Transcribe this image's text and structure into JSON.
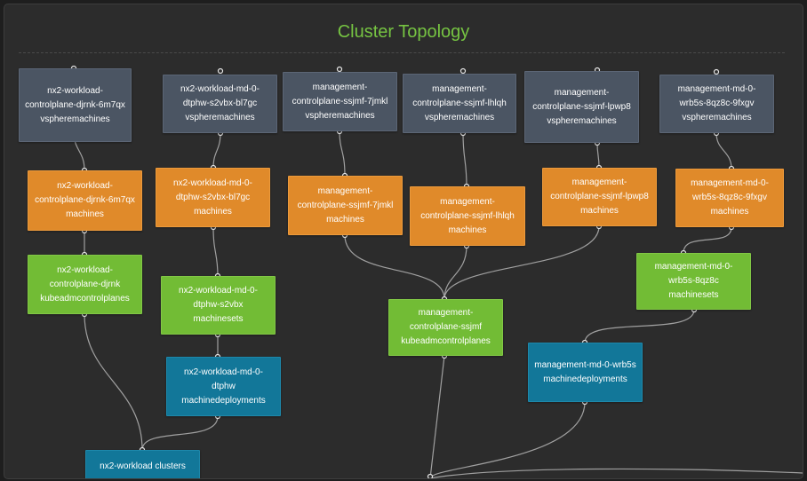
{
  "title": "Cluster Topology",
  "colors": {
    "title": "#76c442",
    "vspheremachines": "#4b5563",
    "machines": "#e08a2a",
    "control_and_sets": "#72bc35",
    "deployments_clusters": "#127799",
    "edge": "#a0a0a0"
  },
  "nodes": {
    "v1": "nx2-workload-controlplane-djrnk-6m7qx vspheremachines",
    "v2": "nx2-workload-md-0-dtphw-s2vbx-bl7gc vspheremachines",
    "v3": "management-controlplane-ssjmf-7jmkl vspheremachines",
    "v4": "management-controlplane-ssjmf-lhlqh vspheremachines",
    "v5": "management-controlplane-ssjmf-lpwp8 vspheremachines",
    "v6": "management-md-0-wrb5s-8qz8c-9fxgv vspheremachines",
    "m1": "nx2-workload-controlplane-djrnk-6m7qx machines",
    "m2": "nx2-workload-md-0-dtphw-s2vbx-bl7gc machines",
    "m3": "management-controlplane-ssjmf-7jmkl machines",
    "m4": "management-controlplane-ssjmf-lhlqh machines",
    "m5": "management-controlplane-ssjmf-lpwp8 machines",
    "m6": "management-md-0-wrb5s-8qz8c-9fxgv machines",
    "kcp1": "nx2-workload-controlplane-djrnk kubeadmcontrolplanes",
    "ms2": "nx2-workload-md-0-dtphw-s2vbx machinesets",
    "kcp3": "management-controlplane-ssjmf kubeadmcontrolplanes",
    "ms6": "management-md-0-wrb5s-8qz8c machinesets",
    "md2": "nx2-workload-md-0-dtphw machinedeployments",
    "md6": "management-md-0-wrb5s machinedeployments",
    "c1": "nx2-workload clusters"
  }
}
